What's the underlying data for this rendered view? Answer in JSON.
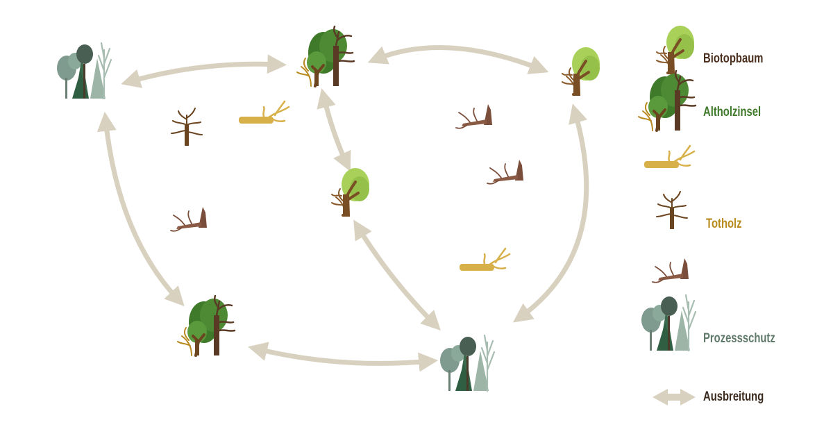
{
  "legend": {
    "biotopbaum": "Biotopbaum",
    "altholzinsel": "Altholzinsel",
    "totholz": "Totholz",
    "prozessschutz": "Prozessschutz",
    "ausbreitung": "Ausbreitung"
  },
  "colors": {
    "biotopbaum": "#4a2f1e",
    "altholzinsel": "#3f7a2a",
    "totholz": "#b88a1e",
    "prozessschutz": "#5f7a6a",
    "ausbreitung": "#3a2a1e",
    "arrow": "#d8d1bf"
  }
}
